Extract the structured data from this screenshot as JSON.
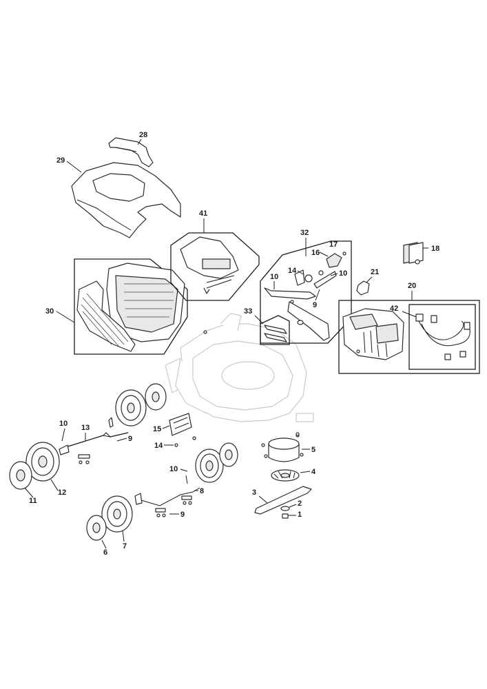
{
  "labels": {
    "p1": "1",
    "p2": "2",
    "p3": "3",
    "p4": "4",
    "p5": "5",
    "p6": "6",
    "p7": "7",
    "p8": "8",
    "p9a": "9",
    "p9b": "9",
    "p9c": "9",
    "p10a": "10",
    "p10b": "10",
    "p10c": "10",
    "p10d": "10",
    "p11": "11",
    "p12": "12",
    "p13": "13",
    "p14a": "14",
    "p14b": "14",
    "p15": "15",
    "p16": "16",
    "p17": "17",
    "p18": "18",
    "p20": "20",
    "p21": "21",
    "p28": "28",
    "p29": "29",
    "p30": "30",
    "p32": "32",
    "p33": "33",
    "p41": "41",
    "p42": "42"
  }
}
